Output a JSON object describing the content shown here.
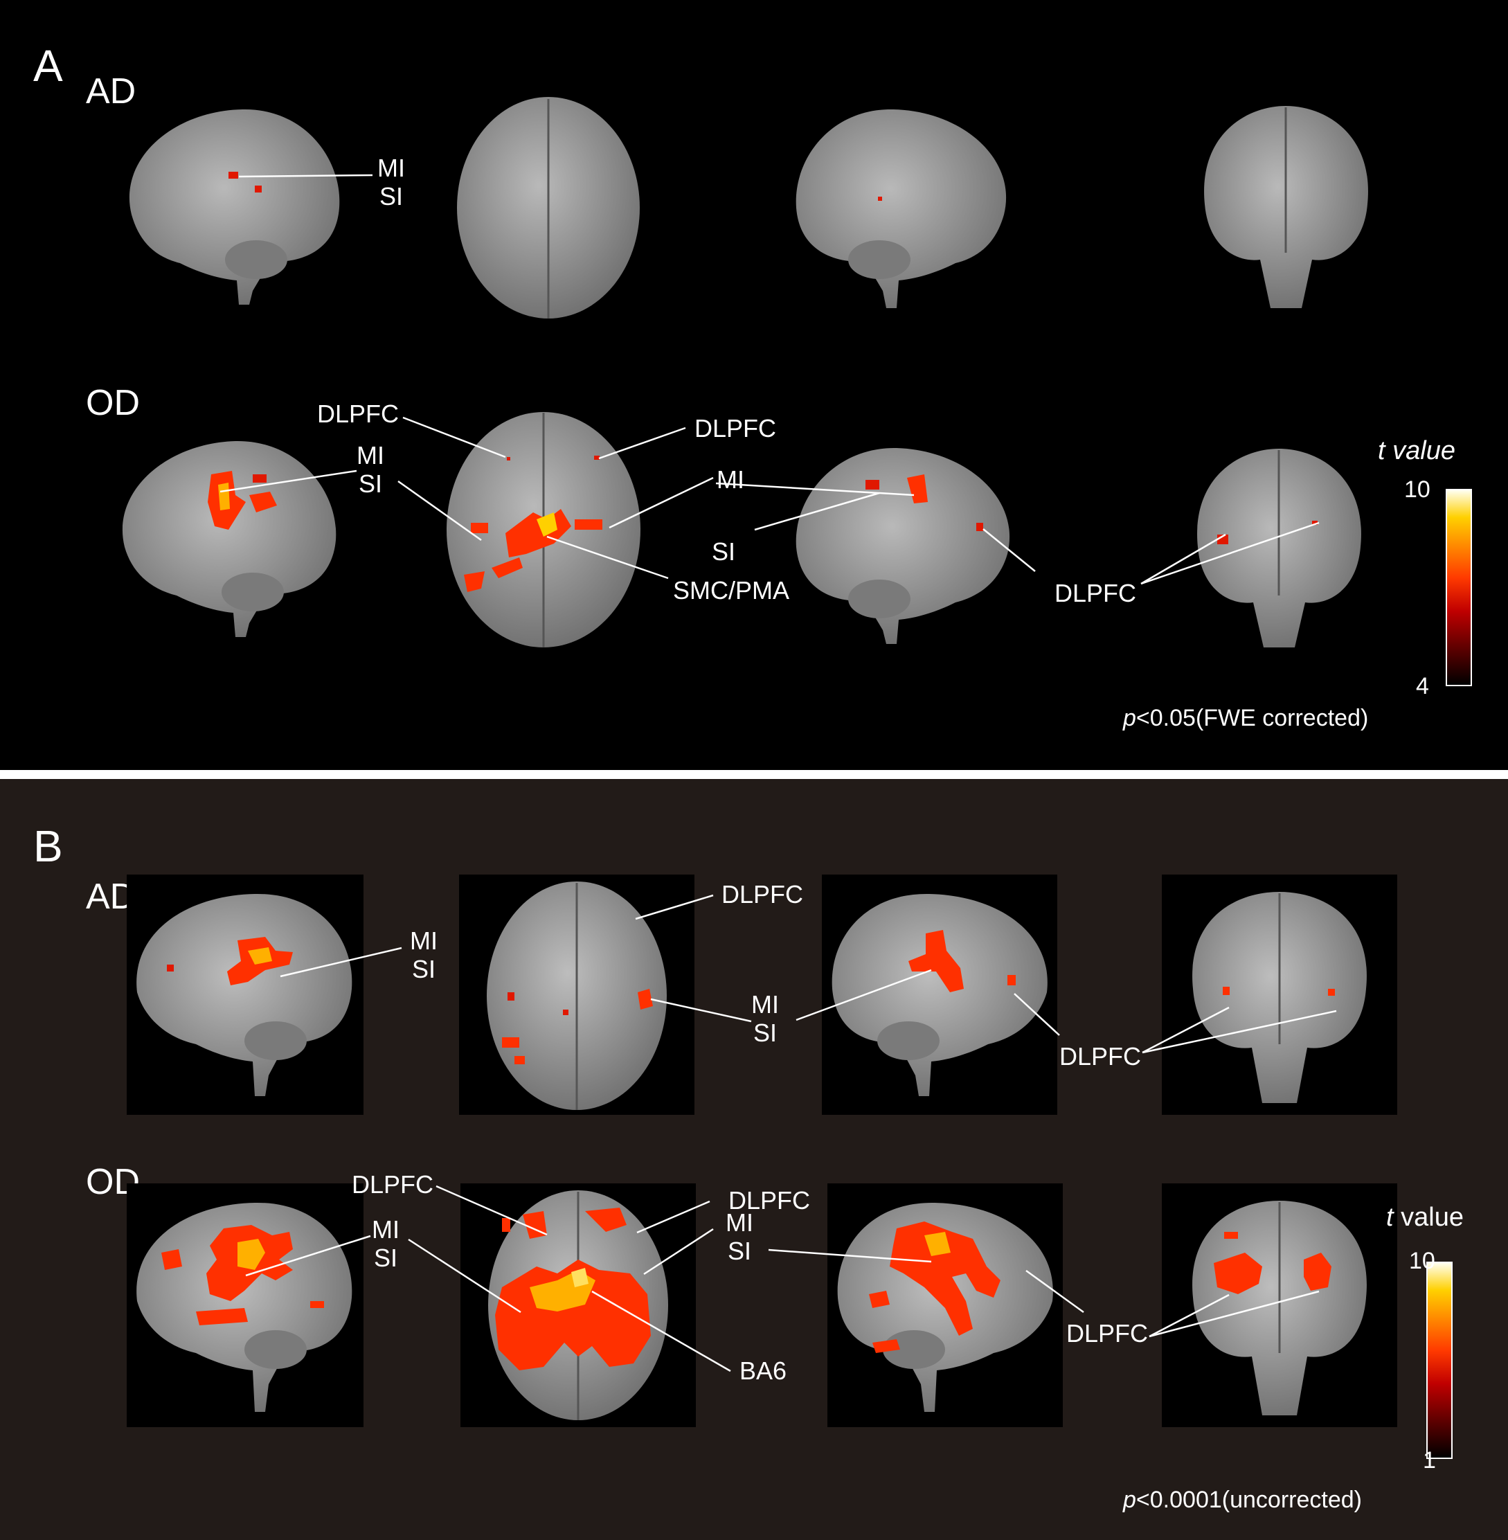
{
  "panel_a": {
    "letter": "A",
    "row1_label": "AD",
    "row2_label": "OD",
    "labels": {
      "ad_mi": "MI",
      "ad_si": "SI",
      "od_dlpfc_left": "DLPFC",
      "od_dlpfc_right": "DLPFC",
      "od_mi_si_mi": "MI",
      "od_mi_si_si": "SI",
      "od_mi": "MI",
      "od_si": "SI",
      "od_smc": "SMC/PMA",
      "od_dlpfc_bottom": "DLPFC"
    },
    "legend": {
      "title": "t value",
      "max": "10",
      "min": "4"
    },
    "pvalue_italic": "p",
    "pvalue_rest": "<0.05(FWE corrected)"
  },
  "panel_b": {
    "letter": "B",
    "row1_label": "AD",
    "row2_label": "OD",
    "labels": {
      "ad_mi": "MI",
      "ad_si": "SI",
      "ad_dlpfc_top": "DLPFC",
      "ad_mi2": "MI",
      "ad_si2": "SI",
      "ad_dlpfc_bottom": "DLPFC",
      "od_dlpfc_left": "DLPFC",
      "od_dlpfc_right": "DLPFC",
      "od_mi_left": "MI",
      "od_si_left": "SI",
      "od_mi_right": "MI",
      "od_si_right": "SI",
      "od_ba6": "BA6",
      "od_dlpfc_bottom": "DLPFC"
    },
    "legend": {
      "title_italic": "t",
      "title_rest": "value",
      "max": "10",
      "min": "1"
    },
    "pvalue_italic": "p",
    "pvalue_rest": "<0.0001(uncorrected)"
  },
  "colors": {
    "brain": "#8f8f8f",
    "activation": "#ff2a00",
    "hot": "#ffd000",
    "panel_a_bg": "#000000",
    "panel_b_bg": "#221b18"
  }
}
